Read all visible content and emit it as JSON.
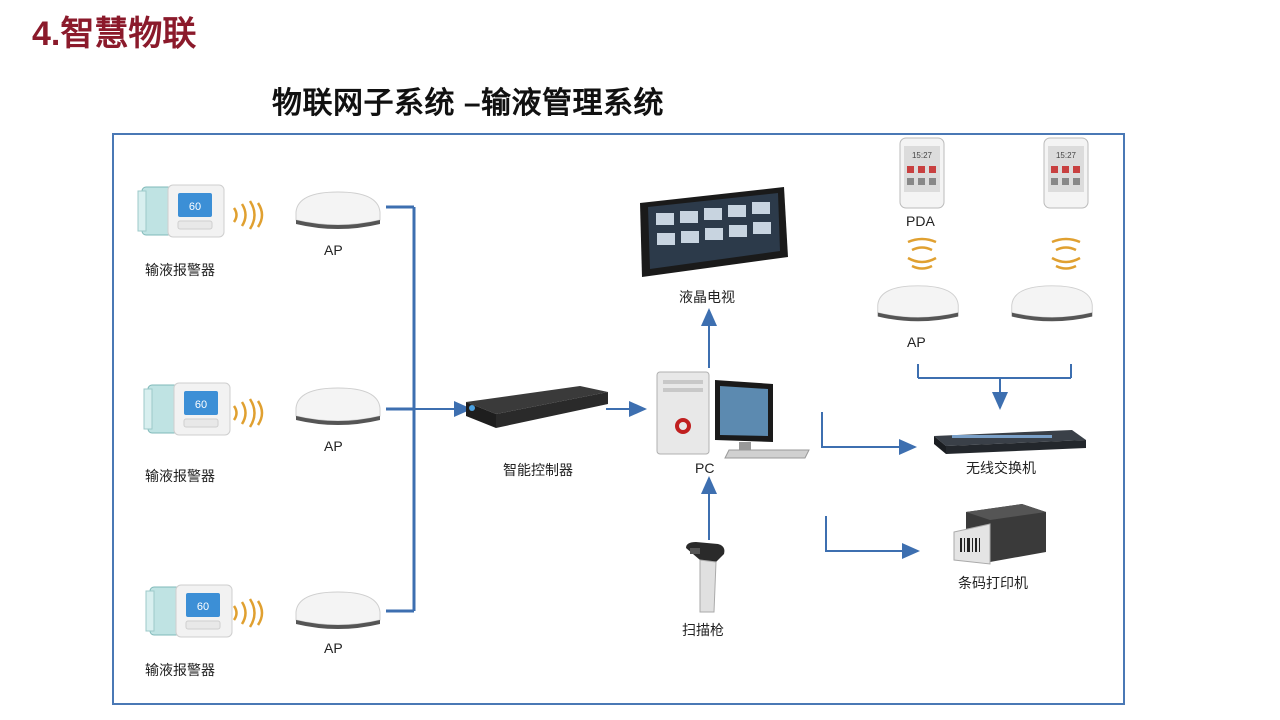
{
  "slide_title": "4.智慧物联",
  "diagram_title": "物联网子系统 –输液管理系统",
  "labels": {
    "infusion_alarm": "输液报警器",
    "ap": "AP",
    "controller": "智能控制器",
    "lcd_tv": "液晶电视",
    "pc": "PC",
    "pda": "PDA",
    "wireless_switch": "无线交换机",
    "barcode_printer": "条码打印机",
    "scanner": "扫描枪"
  },
  "device_screen_value": "60",
  "pda_clock": "15:27",
  "colors": {
    "title": "#8b1a2b",
    "line": "#3d6fb0",
    "wifi": "#e0a030"
  }
}
